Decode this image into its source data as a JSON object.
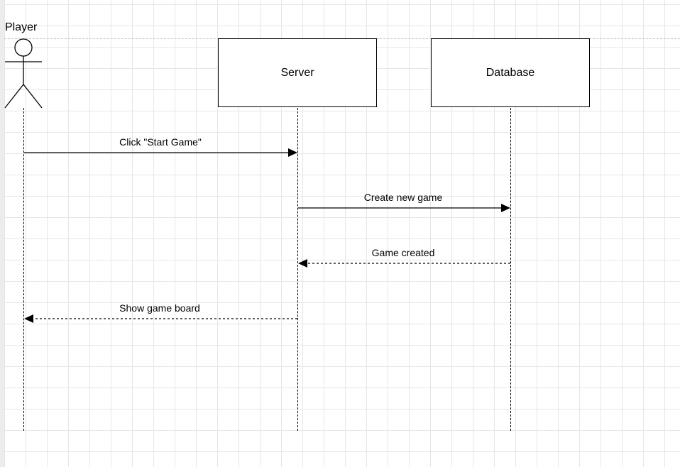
{
  "diagram": {
    "actors": [
      {
        "label": "Player",
        "icon": "stick-figure-icon"
      }
    ],
    "participants": [
      {
        "label": "Server"
      },
      {
        "label": "Database"
      }
    ],
    "messages": [
      {
        "label": "Click \"Start Game\"",
        "from": "Player",
        "to": "Server",
        "style": "solid"
      },
      {
        "label": "Create new game",
        "from": "Server",
        "to": "Database",
        "style": "solid"
      },
      {
        "label": "Game created",
        "from": "Database",
        "to": "Server",
        "style": "dashed"
      },
      {
        "label": "Show game board",
        "from": "Server",
        "to": "Player",
        "style": "dashed"
      }
    ]
  },
  "colors": {
    "stroke": "#000000",
    "grid": "#e6e6e6",
    "background": "#ffffff"
  }
}
